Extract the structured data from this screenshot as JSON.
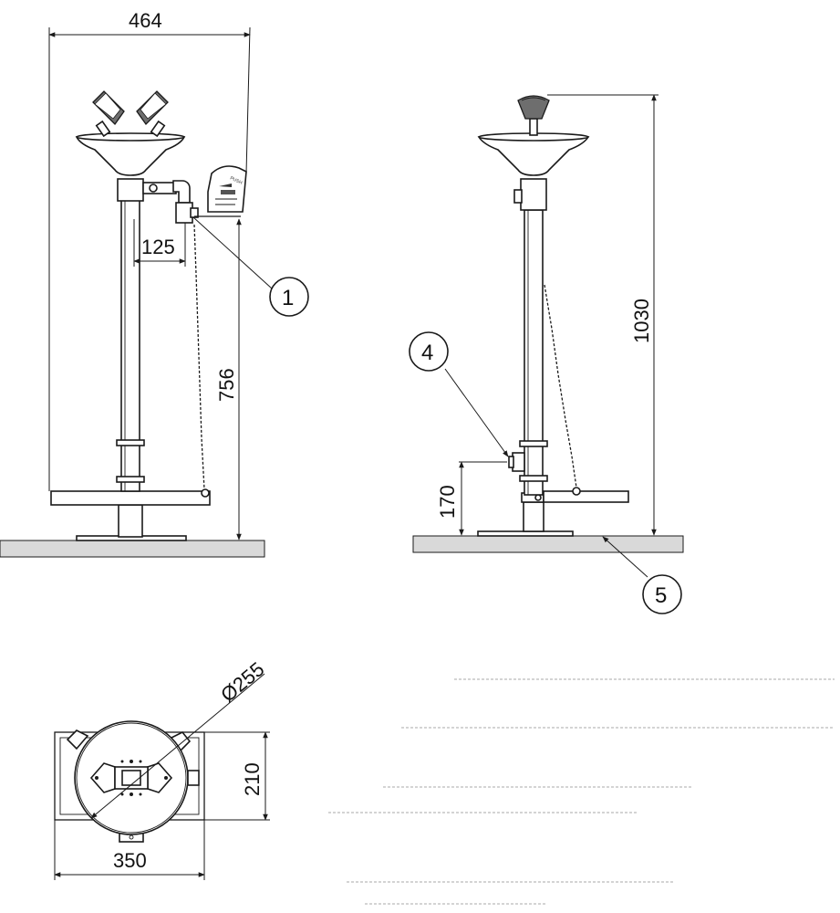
{
  "front_view": {
    "width_dimension": "464",
    "offset_dimension": "125",
    "handle_height_dimension": "756",
    "callout_1": "1"
  },
  "side_view": {
    "total_height_dimension": "1030",
    "valve_height_dimension": "170",
    "callout_4": "4",
    "callout_5": "5"
  },
  "top_view": {
    "bowl_diameter_dimension": "Ø255",
    "depth_dimension": "210",
    "width_dimension": "350"
  },
  "colors": {
    "line": "#1a1a1a",
    "floor": "#d9d9d9",
    "head": "#6e6e6e"
  }
}
